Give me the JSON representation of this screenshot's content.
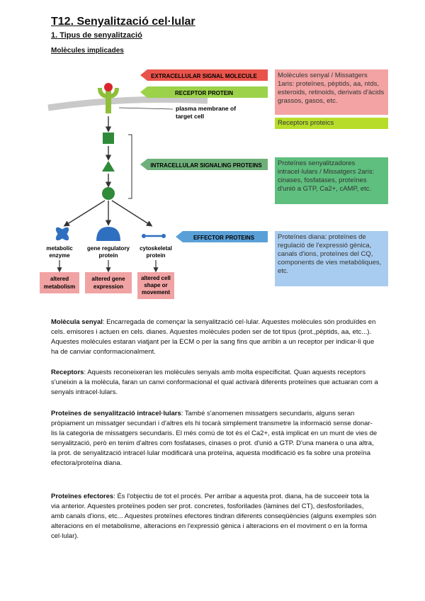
{
  "doc": {
    "title": "T12. Senyalització cel·lular",
    "section": "1. Tipus de senyalització",
    "subsection": "Molècules implicades"
  },
  "figure": {
    "tags": {
      "extracellular": "EXTRACELLULAR SIGNAL MOLECULE",
      "receptor": "RECEPTOR PROTEIN",
      "intracellular": "INTRACELLULAR SIGNALING PROTEINS",
      "effector": "EFFECTOR PROTEINS"
    },
    "membrane_label_1": "plasma membrane of",
    "membrane_label_2": "target cell",
    "effectors": [
      {
        "name_1": "metabolic",
        "name_2": "enzyme",
        "out_1": "altered",
        "out_2": "metabolism",
        "out_3": ""
      },
      {
        "name_1": "gene regulatory",
        "name_2": "protein",
        "out_1": "altered gene",
        "out_2": "expression",
        "out_3": ""
      },
      {
        "name_1": "cytoskeletal",
        "name_2": "protein",
        "out_1": "altered cell",
        "out_2": "shape or",
        "out_3": "movement"
      }
    ],
    "notes": {
      "signal": "Molècules senyal / Missatgers 1aris: proteïnes, pèptids, aa, ntds, esteroids, retinoids, derivats d'àcids grassos, gasos, etc.",
      "receptors": "Receptors proteics",
      "intracellular": "Proteïnes senyalitzadores intracel·lulars / Missatgers 2aris: cinases, fosfatases, proteïnes d'unió a GTP, Ca2+, cAMP, etc.",
      "effector": "Proteïnes diana: proteïnes de regulació de l'expressió gènica, canals d'ions, proteïnes del CQ, components de vies metabòliques, etc."
    },
    "colors": {
      "red_tag": "#e9534a",
      "green_tag": "#9bd24a",
      "intra_tag": "#6fb07a",
      "effector_tag": "#5aa0d8",
      "note_red": "#f3a3a3",
      "note_yellow_green": "#b7dd2a",
      "note_green": "#5fbf7e",
      "note_blue": "#a8ccef",
      "protein_green": "#2f8a3a",
      "effector_blue": "#2f6fc0",
      "outcome_box": "#f1a3a3"
    }
  },
  "paragraphs": [
    {
      "term": "Molècula senyal",
      "text": ": Encarregada de començar la senyalització cel·lular. Aquestes molècules són produïdes en cels. emisores i actuen en cels. dianes. Aquestes molècules poden ser de tot tipus (prot.,pèptids, aa, etc...). Aquestes molècules estaran viatjant per la ECM o per la sang fins que arribin a un receptor per indicar-li que ha de canviar conformacionalment."
    },
    {
      "term": "Receptors",
      "text": ": Aquests reconeixeran les molècules senyals amb molta especificitat. Quan aquests receptors s'uneixin a la molècula, faran un canvi conformacional el qual activarà diferents proteïnes que actuaran com a senyals intracel·lulars."
    },
    {
      "term": "Proteïnes de senyalització intracel·lulars",
      "text": ": També s'anomenen missatgers secundaris, alguns seran pròpiament un missatger secundari i d'altres els hi tocarà simplement transmetre la informació sense donar-lis la categoria de missatgers secundaris. El més comú de tot és el Ca2+, està implicat en un munt de vies de senyalització, però en tenim d'altres com fosfatases, cinases o prot. d'unió a GTP. D'una manera o una altra, la prot. de senyalització intracel·lular modificarà una proteïna, aquesta modificació es fa sobre una proteïna efectora/proteïna diana."
    },
    {
      "term": "Proteïnes efectores",
      "text": ": És l'objectiu de tot el procés. Per arribar a aquesta prot. diana, ha de succeeir tota la via anterior. Aquestes proteïnes poden ser prot. concretes, fosforilades (làmines del CT), desfosforilades, amb canals d'ions, etc... Aquestes proteïnes efectores tindran diferents conseqüències (alguns exemples són alteracions en el metabolisme, alteracions en l'expressió gènica i alteracions en el moviment o en la forma cel·lular)."
    }
  ]
}
